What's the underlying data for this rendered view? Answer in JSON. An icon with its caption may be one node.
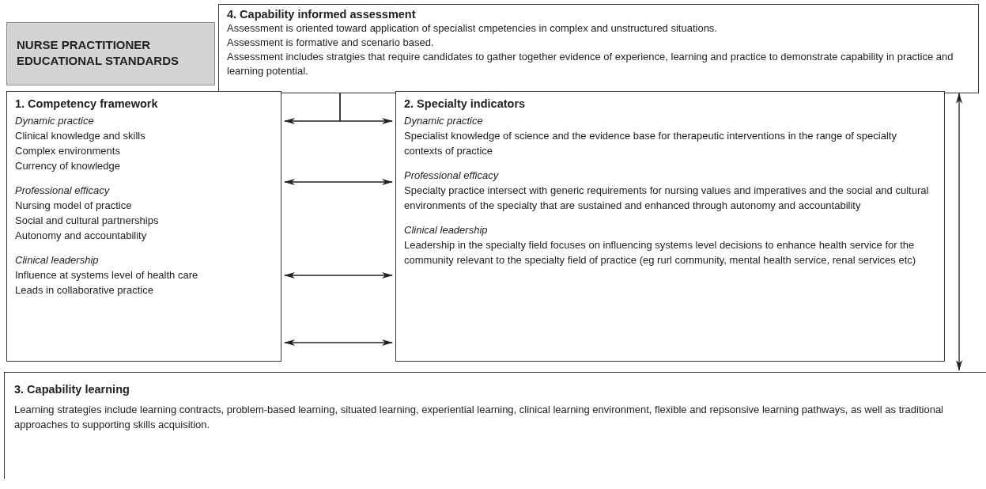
{
  "diagram": {
    "nodes": [
      {
        "text": [
          "NURSE PRACTITIONER EDUCATIONAL STANDARDS"
        ]
      },
      {
        "text": [
          "4. Capability informed assessment",
          "Assessment is oriented toward application of specialist cmpetencies in complex and unstructured situations.",
          "Assessment is formative and scenario based.",
          "Assessment includes stratgies that require candidates to gather together evidence of experience, learning and practice to demonstrate capability in practice and learning potential."
        ]
      },
      {
        "text": [
          "1. Competency framework",
          "Dynamic practice",
          "Clinical knowledge and skills",
          "Complex environments",
          "Currency of knowledge",
          "Professional efficacy",
          "Nursing model of practice",
          "Social and cultural partnerships",
          "Autonomy and accountability",
          "Clinical leadership",
          "Influence at systems level of health care",
          "Leads in collaborative practice"
        ]
      },
      {
        "text": [
          "2. Specialty indicators",
          "Dynamic practice",
          "Specialist knowledge of science and the evidence base for therapeutic interventions in the range of specialty contexts of practice",
          "Professional efficacy",
          "Specialty practice intersect with generic requirements for nursing values and imperatives and the social and cultural environments of the specialty that are sustained and enhanced through autonomy and accountability",
          "Clinical leadership",
          "Leadership in the specialty field focuses on influencing systems level decisions to enhance health service for the community relevant to the specialty field of practice (eg rurl community, mental health service, renal services etc)"
        ]
      },
      {
        "text": [
          "3. Capability learning",
          "Learning strategies include learning contracts, problem-based learning, situated learning, experiential learning, clinical learning environment, flexible and repsonsive learning pathways, as well as traditional approaches to supporting skills acquisition."
        ]
      }
    ],
    "edges": [
      {
        "from": 1,
        "to": 2,
        "arrow": "to"
      },
      {
        "from": 1,
        "to": 3,
        "arrow": "to"
      },
      {
        "from": 2,
        "to": 3,
        "arrow": "both"
      },
      {
        "from": 2,
        "to": 3,
        "arrow": "both"
      },
      {
        "from": 2,
        "to": 3,
        "arrow": "both"
      },
      {
        "from": 1,
        "to": 4,
        "arrow": "both"
      }
    ]
  }
}
